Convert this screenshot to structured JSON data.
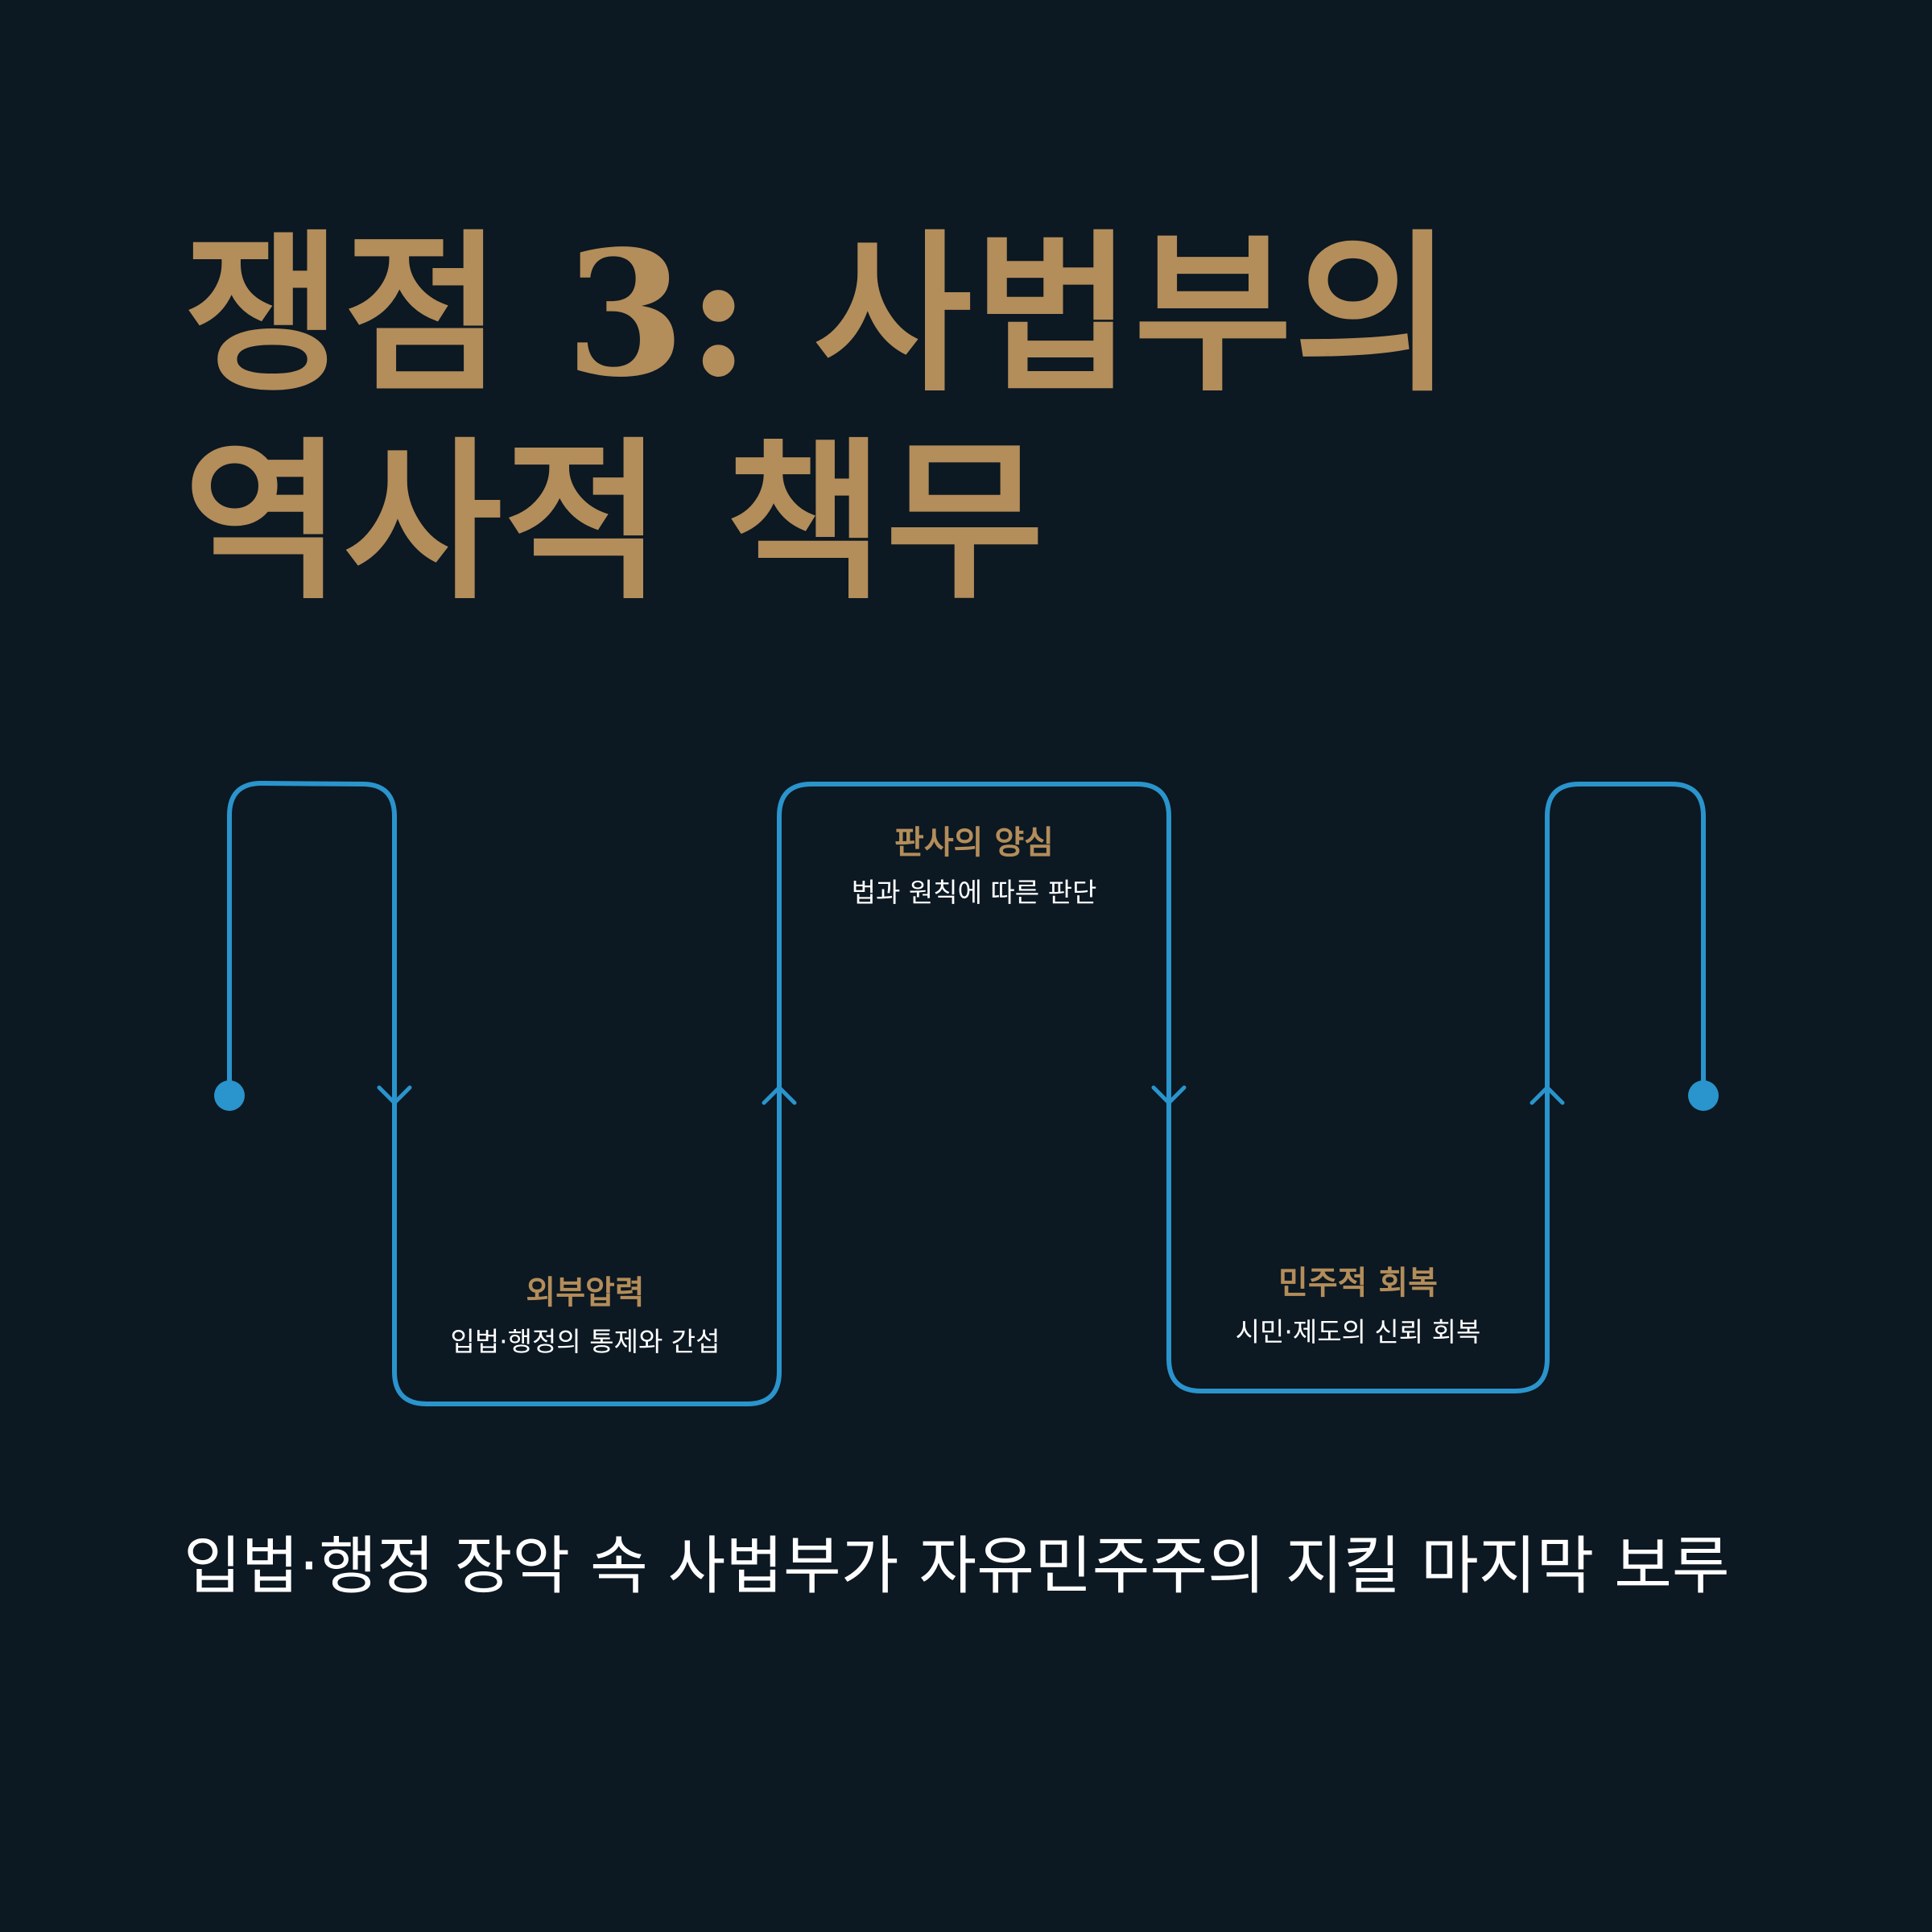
{
  "title": "쟁점 3: 사법부의 역사적 책무",
  "subtitle": "입법·행정 장악 속 사법부가 자유민주주의 지킬 마지막 보루",
  "stages": [
    {
      "label": "외부압력",
      "description": "입법·행정의 통제와 간섭"
    },
    {
      "label": "판사의 양심",
      "description": "법과 원칙에 따른 판단"
    },
    {
      "label": "민주적 회복",
      "description": "시민·제도의 신뢰 회복"
    }
  ],
  "colors": {
    "background": "#0c1822",
    "accent": "#b38d5a",
    "flow_line": "#2a94cc",
    "text": "#ffffff"
  }
}
